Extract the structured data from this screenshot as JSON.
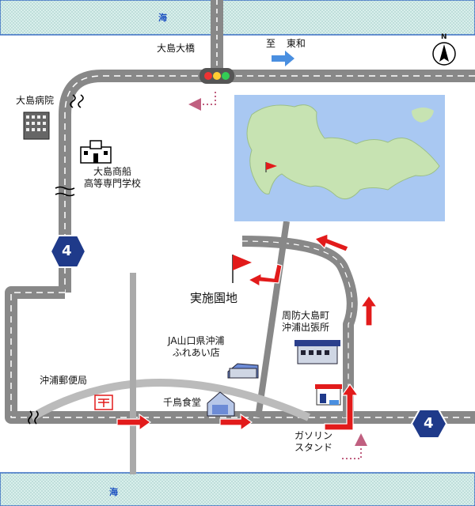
{
  "sea": {
    "top_label": "海",
    "bottom_label": "海"
  },
  "direction": {
    "prefix": "至",
    "place": "東和"
  },
  "compass": {
    "letter": "N"
  },
  "places": {
    "bridge": "大島大橋",
    "hospital": "大島病院",
    "school_line1": "大島商船",
    "school_line2": "高等専門学校",
    "venue": "実施園地",
    "town_office_line1": "周防大島町",
    "town_office_line2": "沖浦出張所",
    "ja_line1": "JA山口県沖浦",
    "ja_line2": "ふれあい店",
    "post_office": "沖浦郵便局",
    "restaurant": "千鳥食堂",
    "gas_line1": "ガソリン",
    "gas_line2": "スタンド"
  },
  "route": {
    "number": "4"
  },
  "colors": {
    "sea": "#d9efec",
    "sea_edge": "#3a6fc4",
    "road": "#888888",
    "road_center": "#ffffff",
    "route_arrow": "#e21b1b",
    "route_badge": "#1f3a8a",
    "direction_arrow": "#4a8fe0",
    "dotted_arrow": "#c06080",
    "inset_land": "#c7e3b2",
    "inset_sea": "#a9c8f2"
  },
  "icons": [
    "traffic-light-icon",
    "north-compass-icon",
    "hospital-building-icon",
    "school-building-icon",
    "venue-flag-icon",
    "town-office-icon",
    "ja-store-icon",
    "post-office-icon",
    "restaurant-icon",
    "gas-station-icon",
    "route-badge-icon"
  ]
}
